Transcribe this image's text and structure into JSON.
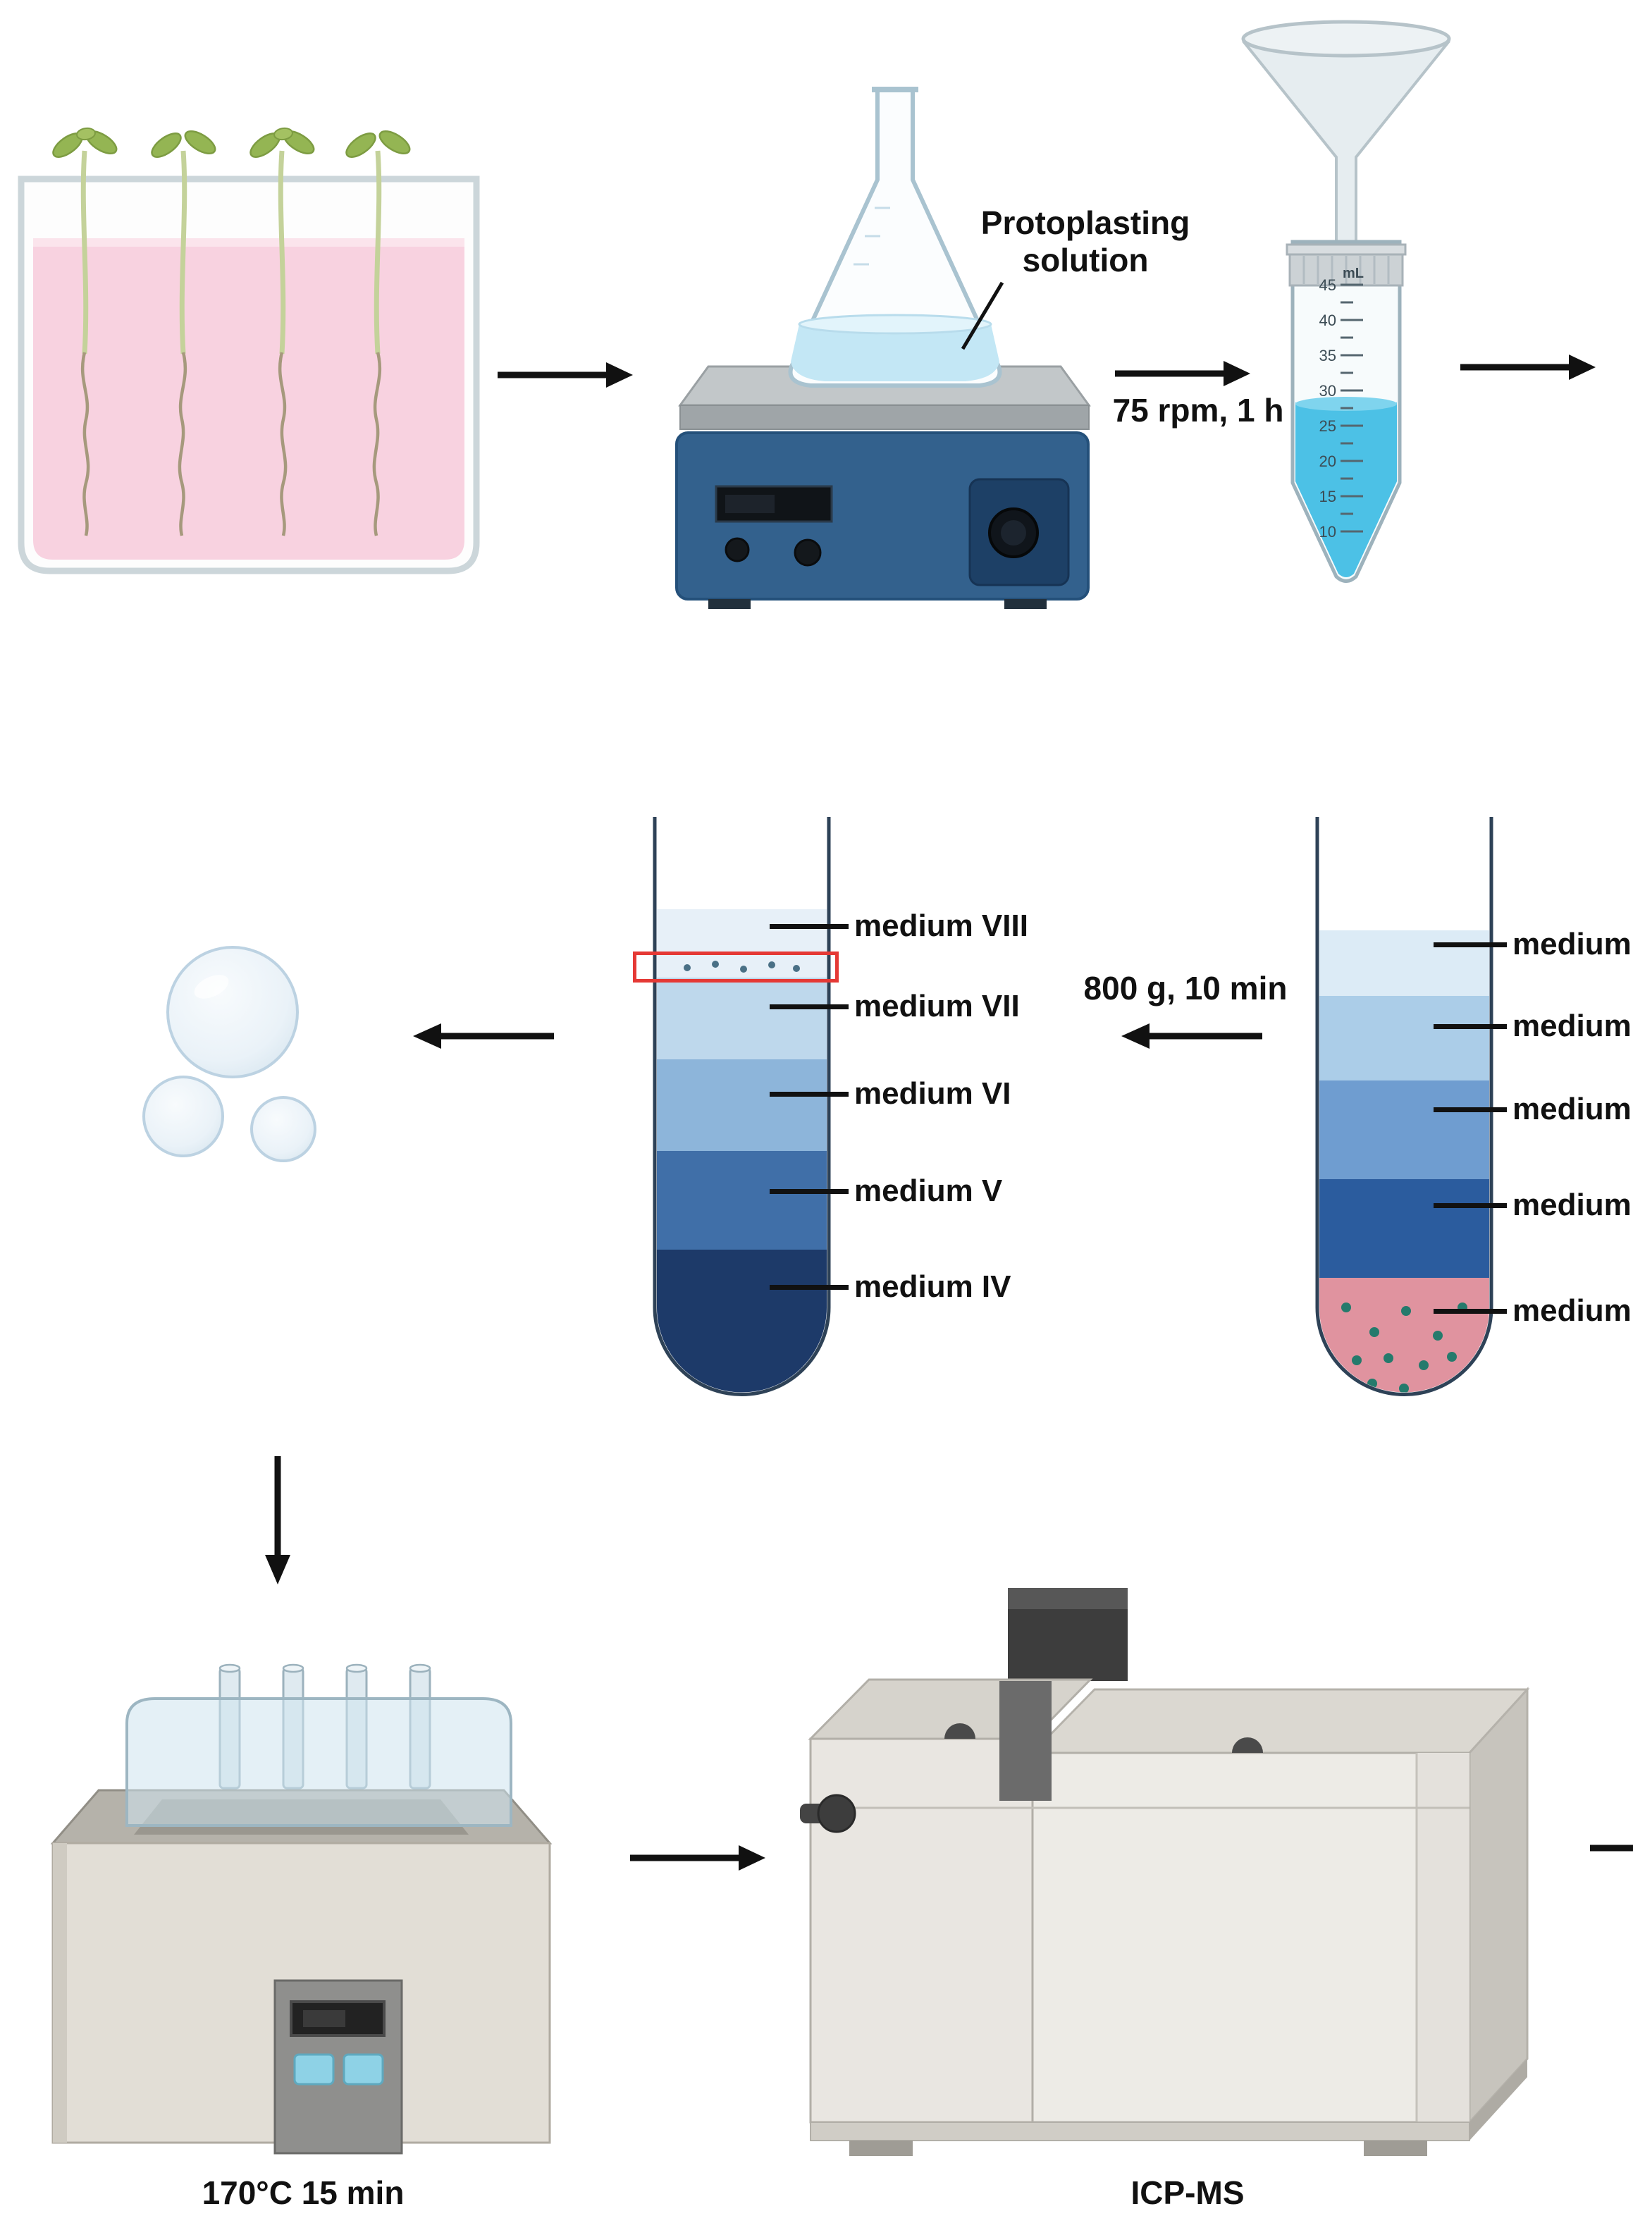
{
  "labels": {
    "protoplasting": "Protoplasting\nsolution",
    "shake": "75 rpm, 1 h",
    "centrifuge": "800 g, 10 min",
    "water_bath": "170°C 15 min",
    "icpms": "ICP-MS",
    "tube_unit": "mL"
  },
  "funnel_tube": {
    "graduations": [
      "45",
      "40",
      "35",
      "30",
      "25",
      "20",
      "15",
      "10"
    ]
  },
  "center_tube": {
    "labels": [
      "medium VIII",
      "medium VII",
      "medium VI",
      "medium V",
      "medium IV"
    ]
  },
  "right_tube": {
    "labels": [
      "medium VIII",
      "medium VII",
      "medium VI",
      "medium V",
      "medium IV"
    ]
  },
  "colors": {
    "arrow": "#111111",
    "red_highlight_box": "#e53935",
    "seedling_liquid_pink": "#f8d2e0",
    "flask_liquid_blue": "#c3e7f5",
    "tube_liquid_blue": "#4cc1e6",
    "pellet_pink": "#e0939f",
    "protoplast_dot_teal": "#257a6c",
    "stirrer_body_blue": "#33618d",
    "gradient_bands_center": [
      "#e7f0f8",
      "#bed8ec",
      "#8db5da",
      "#406fa8",
      "#1d3a69"
    ],
    "gradient_bands_right": [
      "#dcebf6",
      "#abcde8",
      "#6f9dd0",
      "#2b5c9e",
      "#e0939f"
    ]
  }
}
